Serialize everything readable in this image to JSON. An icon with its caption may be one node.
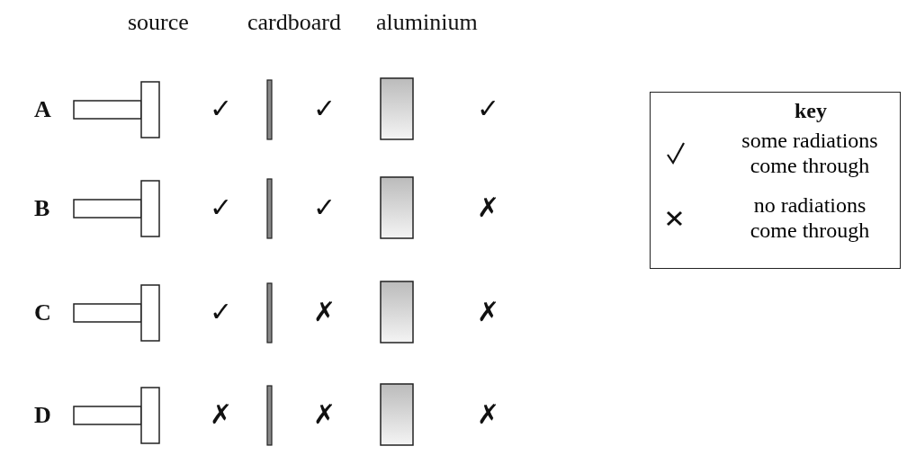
{
  "diagram": {
    "labels": [
      "source",
      "cardboard",
      "aluminium",
      "A",
      "✓",
      "✓",
      "✓",
      "B",
      "✓",
      "✓",
      "✗",
      "C",
      "✓",
      "✗",
      "✗",
      "D",
      "✗",
      "✗",
      "✗",
      "key"
    ],
    "legend": [
      {
        "text": "some radiations come through"
      },
      {
        "text": "no radiations come through"
      }
    ]
  }
}
